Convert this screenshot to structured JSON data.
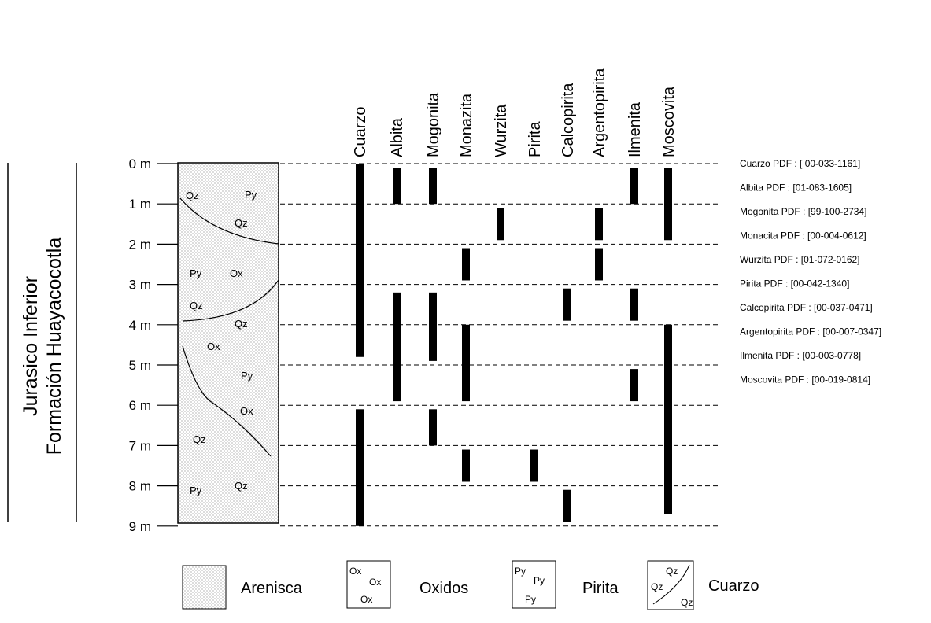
{
  "section": {
    "formation_line1": "Jurasico Inferior",
    "formation_line2": "Formación Huayacocotla"
  },
  "depth_labels": [
    "0 m",
    "1 m",
    "2 m",
    "3 m",
    "4 m",
    "5 m",
    "6 m",
    "7 m",
    "8 m",
    "9 m"
  ],
  "minerals": [
    "Cuarzo",
    "Albita",
    "Mogonita",
    "Monazita",
    "Wurzita",
    "Pirita",
    "Calcopirita",
    "Argentopirita",
    "Ilmenita",
    "Moscovita"
  ],
  "occurrences": [
    {
      "mineral": "Cuarzo",
      "from_m": 0,
      "to_m": 4.8
    },
    {
      "mineral": "Cuarzo",
      "from_m": 6.1,
      "to_m": 9.0
    },
    {
      "mineral": "Albita",
      "from_m": 0.1,
      "to_m": 1.0
    },
    {
      "mineral": "Albita",
      "from_m": 3.2,
      "to_m": 5.9
    },
    {
      "mineral": "Mogonita",
      "from_m": 0.1,
      "to_m": 1.0
    },
    {
      "mineral": "Mogonita",
      "from_m": 3.2,
      "to_m": 4.9
    },
    {
      "mineral": "Mogonita",
      "from_m": 6.1,
      "to_m": 7.0
    },
    {
      "mineral": "Monazita",
      "from_m": 2.1,
      "to_m": 2.9
    },
    {
      "mineral": "Monazita",
      "from_m": 4.0,
      "to_m": 5.9
    },
    {
      "mineral": "Monazita",
      "from_m": 7.1,
      "to_m": 7.9
    },
    {
      "mineral": "Wurzita",
      "from_m": 1.1,
      "to_m": 1.9
    },
    {
      "mineral": "Pirita",
      "from_m": 7.1,
      "to_m": 7.9
    },
    {
      "mineral": "Calcopirita",
      "from_m": 3.1,
      "to_m": 3.9
    },
    {
      "mineral": "Calcopirita",
      "from_m": 8.1,
      "to_m": 8.9
    },
    {
      "mineral": "Argentopirita",
      "from_m": 1.1,
      "to_m": 1.9
    },
    {
      "mineral": "Argentopirita",
      "from_m": 2.1,
      "to_m": 2.9
    },
    {
      "mineral": "Ilmenita",
      "from_m": 0.1,
      "to_m": 1.0
    },
    {
      "mineral": "Ilmenita",
      "from_m": 3.1,
      "to_m": 3.9
    },
    {
      "mineral": "Ilmenita",
      "from_m": 5.1,
      "to_m": 5.9
    },
    {
      "mineral": "Moscovita",
      "from_m": 0.1,
      "to_m": 1.9
    },
    {
      "mineral": "Moscovita",
      "from_m": 4.0,
      "to_m": 8.7
    }
  ],
  "pdf_references": [
    "Cuarzo PDF : [ 00-033-1161]",
    "Albita PDF : [01-083-1605]",
    "Mogonita PDF : [99-100-2734]",
    "Monacita PDF : [00-004-0612]",
    "Wurzita PDF : [01-072-0162]",
    "Pirita PDF : [00-042-1340]",
    "Calcopirita PDF : [00-037-0471]",
    "Argentopirita PDF : [00-007-0347]",
    "Ilmenita PDF : [00-003-0778]",
    "Moscovita PDF : [00-019-0814]"
  ],
  "column_labels": [
    {
      "text": "Qz"
    },
    {
      "text": "Py"
    },
    {
      "text": "Qz"
    },
    {
      "text": "Py"
    },
    {
      "text": "Ox"
    },
    {
      "text": "Qz"
    },
    {
      "text": "Qz"
    },
    {
      "text": "Ox"
    },
    {
      "text": "Py"
    },
    {
      "text": "Ox"
    },
    {
      "text": "Qz"
    },
    {
      "text": "Py"
    },
    {
      "text": "Qz"
    }
  ],
  "legend": {
    "arenisca": "Arenisca",
    "oxidos": "Oxidos",
    "pirita": "Pirita",
    "cuarzo": "Cuarzo",
    "ox_symbol": "Ox",
    "py_symbol": "Py",
    "qz_symbol": "Qz"
  }
}
